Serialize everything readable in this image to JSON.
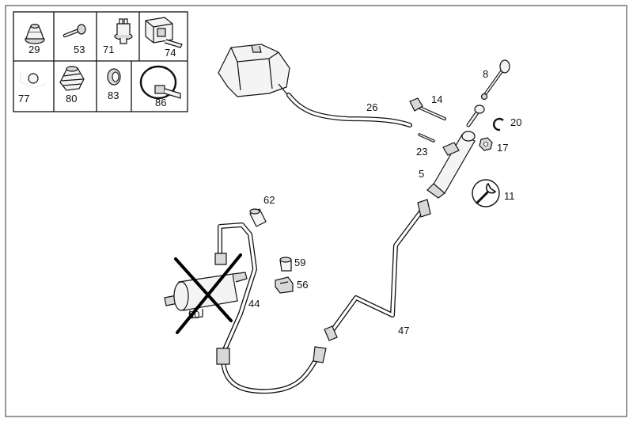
{
  "legend": [
    {
      "num": "29",
      "icon": "bellows-grommet-icon"
    },
    {
      "num": "53",
      "icon": "screw-icon"
    },
    {
      "num": "71",
      "icon": "clip-fastener-icon"
    },
    {
      "num": "74",
      "icon": "bracket-clip-icon"
    },
    {
      "num": "77",
      "icon": "pipe-clamp-icon"
    },
    {
      "num": "80",
      "icon": "dust-boot-icon"
    },
    {
      "num": "83",
      "icon": "rubber-grommet-icon"
    },
    {
      "num": "86",
      "icon": "hose-clamp-icon"
    }
  ],
  "callouts": {
    "n5": "5",
    "n8": "8",
    "n11": "11",
    "n14": "14",
    "n17": "17",
    "n20": "20",
    "n23": "23",
    "n26": "26",
    "n44": "44",
    "n47": "47",
    "n56": "56",
    "n59": "59",
    "n62": "62",
    "n90": "90"
  },
  "colors": {
    "ink": "#111111",
    "paper": "#ffffff",
    "cross": "#000000"
  }
}
